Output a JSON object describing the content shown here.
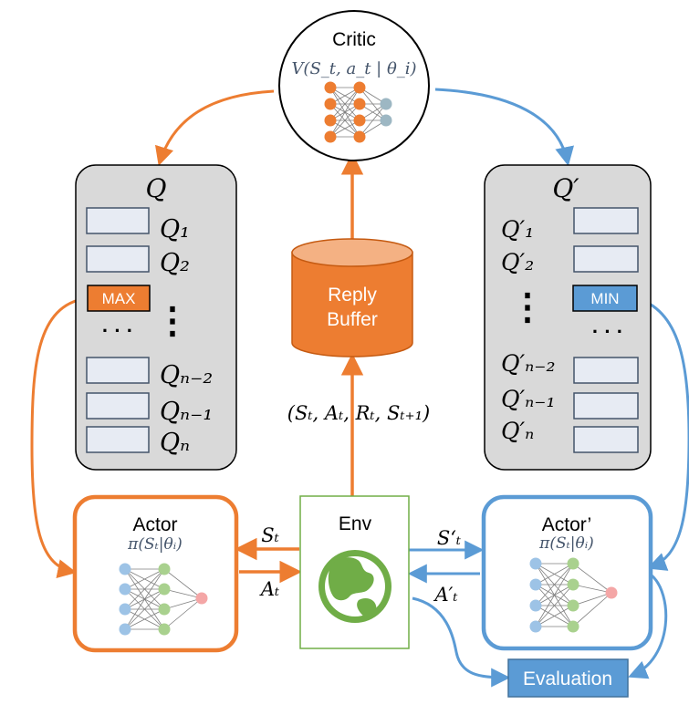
{
  "colors": {
    "orange": "#ED7D31",
    "blue": "#5B9BD5",
    "green": "#70AD47",
    "panel_gray": "#D9D9D9",
    "slot_fill": "#E7EBF3",
    "slot_border": "#44546A",
    "critic_out_node": "#9DB7C3",
    "actor_in_node": "#9DC3E6",
    "actor_hidden_node": "#A9D18E",
    "actor_out_node": "#F4A6A6"
  },
  "critic": {
    "title": "Critic",
    "formula": "V(S_t, a_t | θ_i)"
  },
  "q_panel": {
    "title": "Q",
    "labels": [
      "Q₁",
      "Q₂",
      "Qₙ₋₂",
      "Qₙ₋₁",
      "Qₙ"
    ],
    "ellipsis": "· · ·",
    "vdots": "⋮",
    "select_label": "MAX"
  },
  "q_prime_panel": {
    "title": "Q′",
    "labels": [
      "Q′₁",
      "Q′₂",
      "Q′ₙ₋₂",
      "Q′ₙ₋₁",
      "Q′ₙ"
    ],
    "ellipsis": "· · ·",
    "vdots": "⋮",
    "select_label": "MIN"
  },
  "buffer": {
    "line1": "Reply",
    "line2": "Buffer",
    "transition": "(Sₜ, Aₜ, Rₜ, Sₜ₊₁)"
  },
  "actor": {
    "title": "Actor",
    "formula": "π(Sₜ|θᵢ)"
  },
  "env": {
    "title": "Env",
    "icon": "globe-icon"
  },
  "actor_prime": {
    "title": "Actor’",
    "formula": "π(Sₜ|θᵢ)"
  },
  "arrows": {
    "state": "Sₜ",
    "action": "Aₜ",
    "state_prime": "S‘ₜ",
    "action_prime": "A′ₜ"
  },
  "evaluation": {
    "label": "Evaluation"
  }
}
